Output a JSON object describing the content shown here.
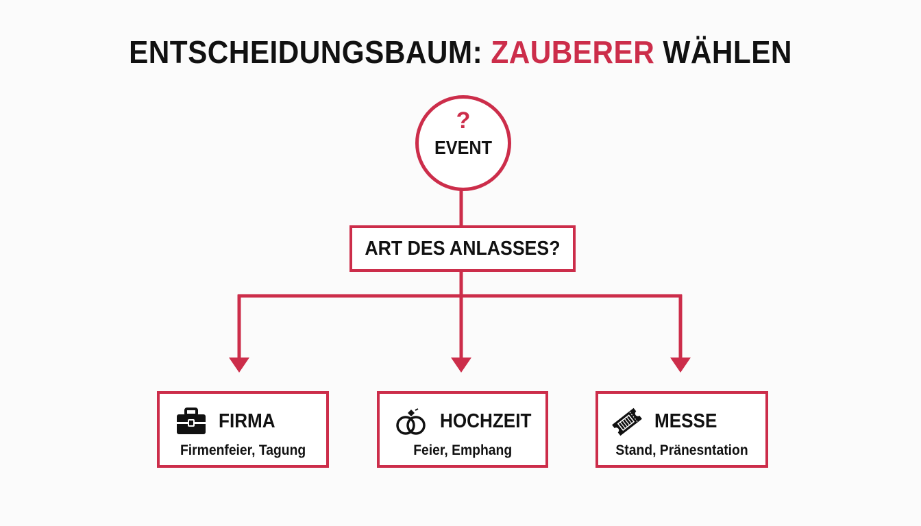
{
  "title": {
    "part1": "ENTSCHEIDUNGSBAUM: ",
    "accent": "ZAUBERER",
    "part2": " WÄHLEN"
  },
  "root": {
    "symbol": "?",
    "label": "EVENT"
  },
  "question": {
    "label": "ART DES ANLASSES?"
  },
  "options": [
    {
      "icon": "briefcase-icon",
      "label": "FIRMA",
      "sub": "Firmenfeier, Tagung"
    },
    {
      "icon": "wedding-rings-icon",
      "label": "HOCHZEIT",
      "sub": "Feier, Emphang"
    },
    {
      "icon": "ticket-icon",
      "label": "MESSE",
      "sub": "Stand, Pränesntation"
    }
  ],
  "colors": {
    "accent": "#cc2d4a",
    "text": "#111111",
    "background": "#fbfbfb"
  }
}
